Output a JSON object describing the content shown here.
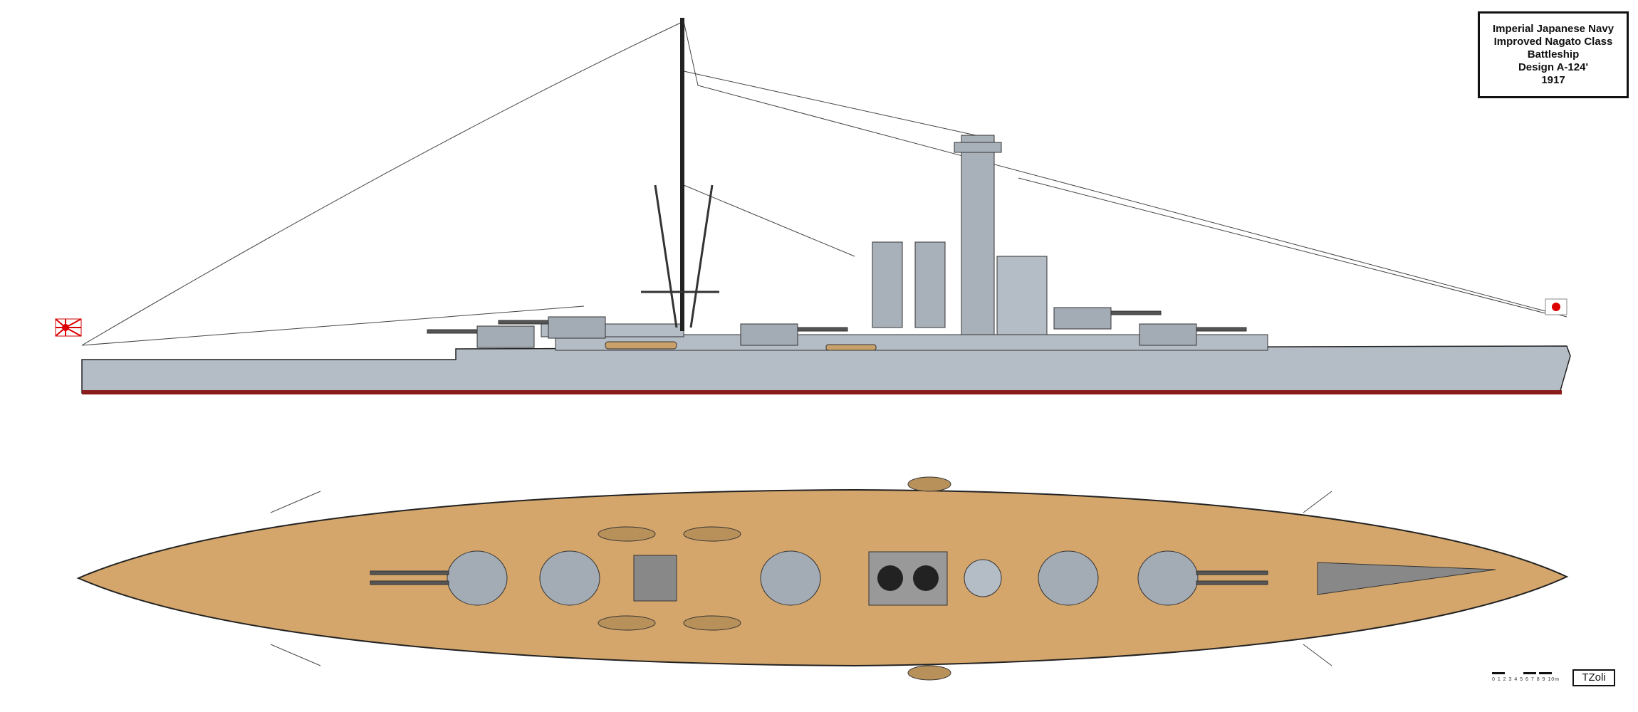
{
  "title_block": {
    "lines": [
      "Imperial Japanese Navy",
      "Improved Nagato Class",
      "Battleship",
      "Design A-124'",
      "1917"
    ]
  },
  "scale_bar": {
    "label": "0 1 2 3 4 5 6 7 8 9 10m"
  },
  "signature": "TZoli",
  "colors": {
    "hull_grey": "#b4bcc6",
    "waterline_red": "#8b1a1a",
    "deck_wood": "#d4a66c",
    "turret_grey": "#a3abb5"
  },
  "views": [
    "side-profile",
    "top-plan"
  ]
}
